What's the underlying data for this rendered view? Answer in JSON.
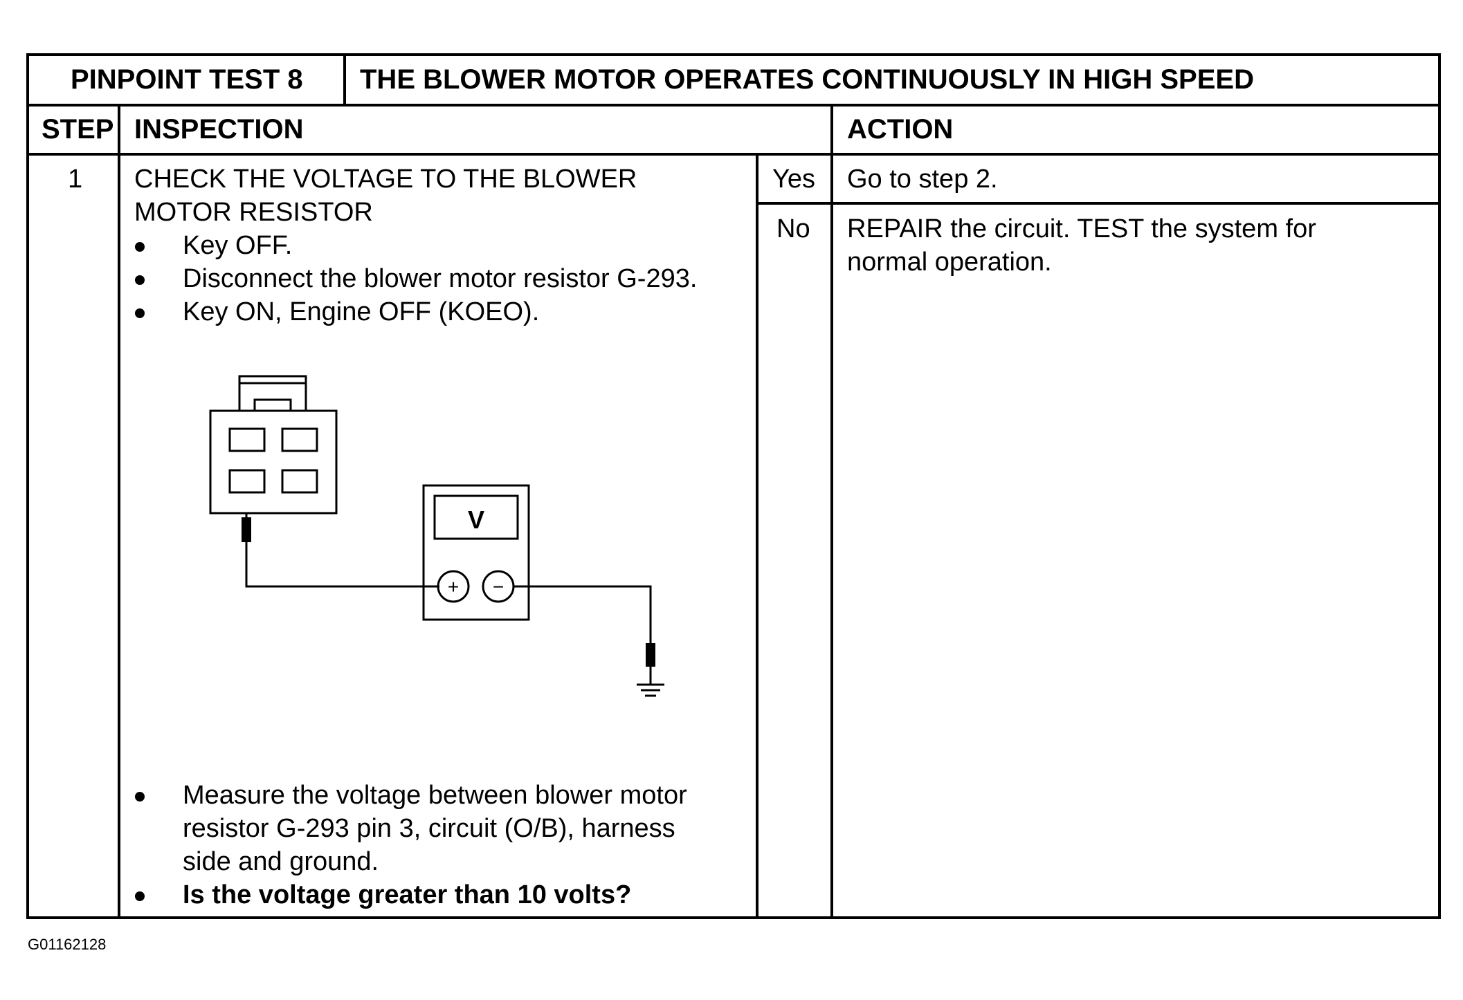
{
  "header": {
    "test_label": "PINPOINT TEST 8",
    "test_title": "THE BLOWER MOTOR OPERATES CONTINUOUSLY IN HIGH SPEED"
  },
  "columns": {
    "step": "STEP",
    "inspection": "INSPECTION",
    "action": "ACTION"
  },
  "step": {
    "number": "1",
    "title_line1": "CHECK THE VOLTAGE TO THE BLOWER",
    "title_line2": "MOTOR RESISTOR",
    "bullets_top": [
      "Key OFF.",
      "Disconnect the blower motor resistor G-293.",
      "Key ON, Engine OFF (KOEO)."
    ],
    "measure_line1": "Measure the voltage between blower motor",
    "measure_line2": "resistor G-293 pin 3, circuit (O/B), harness",
    "measure_line3": "side and ground.",
    "question": "Is the voltage greater than 10 volts?"
  },
  "diagram": {
    "meter_symbol": "V",
    "plus_symbol": "+",
    "minus_symbol": "−"
  },
  "answers": {
    "yes_label": "Yes",
    "yes_action": "Go to step 2.",
    "no_label": "No",
    "no_action_line1": "REPAIR the circuit.  TEST the system for",
    "no_action_line2": "normal operation."
  },
  "figure_id": "G01162128"
}
